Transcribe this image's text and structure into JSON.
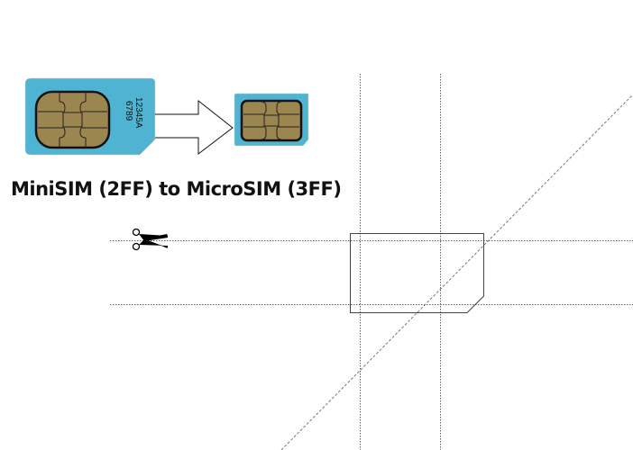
{
  "title": "MiniSIM (2FF) to MicroSIM (3FF)",
  "sim_label_line1": "12345A",
  "sim_label_line2": "6789",
  "colors": {
    "sim_blue": "#4fb3d2",
    "chip_gold": "#9c8650",
    "line": "#555555"
  },
  "icons": [
    "scissors-icon",
    "arrow-right-icon"
  ]
}
